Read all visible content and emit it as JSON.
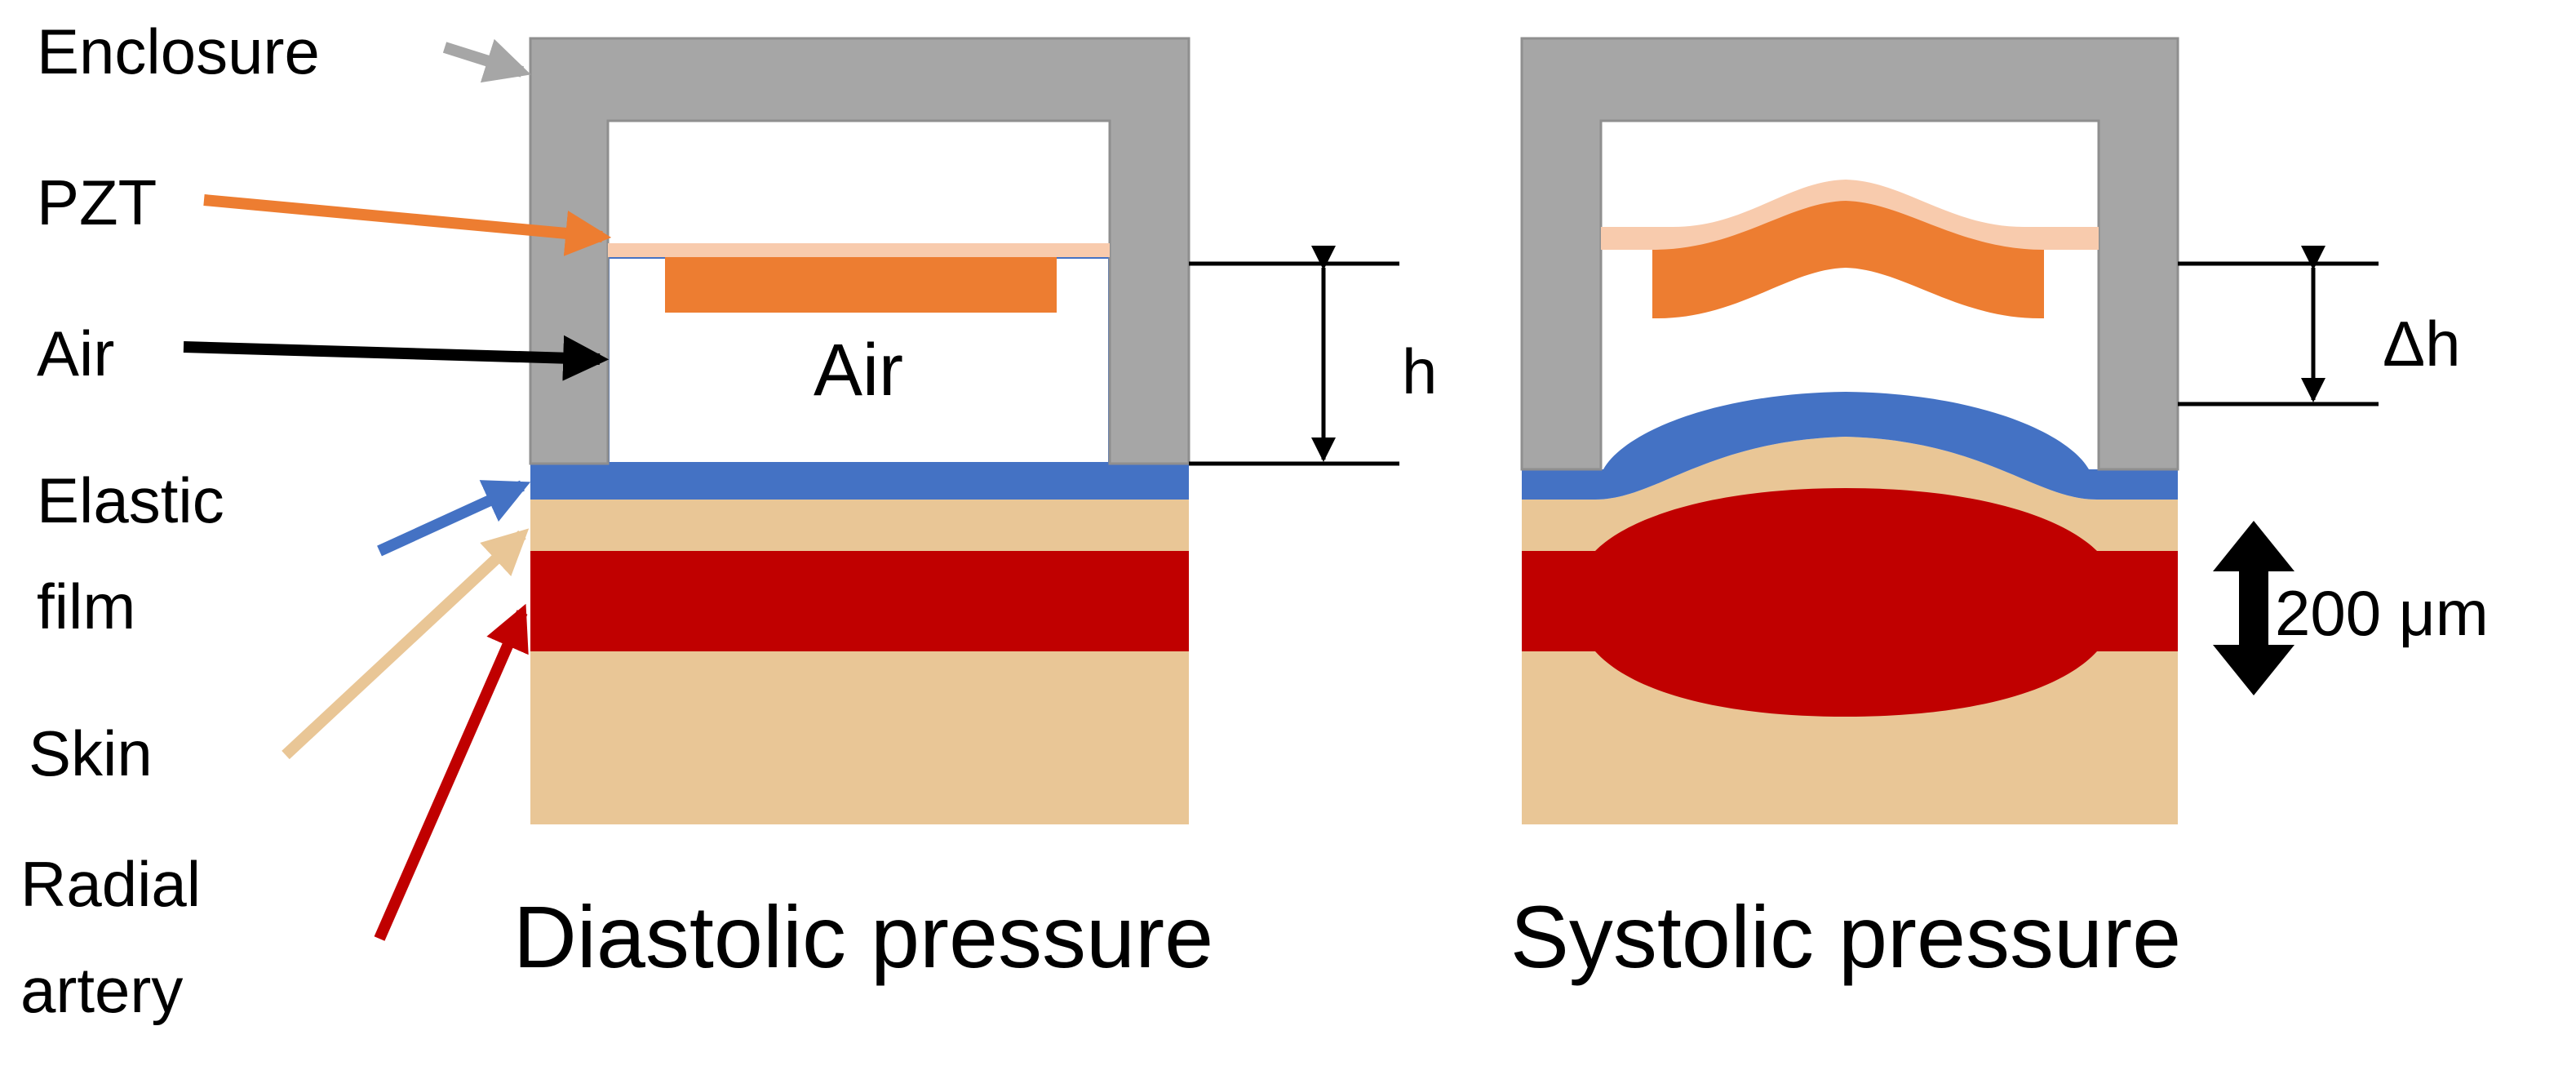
{
  "labels": {
    "enclosure": "Enclosure",
    "pzt": "PZT",
    "air_left": "Air",
    "elastic_line1": "Elastic",
    "elastic_line2": "film",
    "skin": "Skin",
    "radial_line1": "Radial",
    "radial_line2": "artery",
    "air_cavity": "Air",
    "h": "h",
    "delta_h": "Δh",
    "thickness": "200 μm",
    "diastolic": "Diastolic pressure",
    "systolic": "Systolic pressure"
  },
  "colors": {
    "enclosure": "#a6a6a6",
    "pzt_film": "#f8cbad",
    "pzt": "#ed7d31",
    "elastic_film": "#4472c4",
    "skin": "#e9c696",
    "artery": "#c00000",
    "arrow_black": "#000000"
  }
}
